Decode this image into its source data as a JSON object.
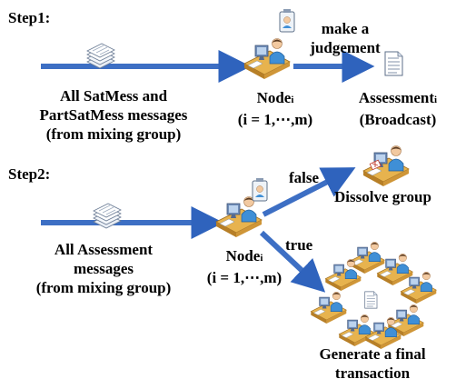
{
  "step1": {
    "label": "Step1:",
    "input_lines": [
      "All SatMess and",
      "PartSatMess messages",
      "(from mixing group)"
    ],
    "action_lines": [
      "make a",
      "judgement"
    ],
    "node_label": "Node",
    "node_sub": "i",
    "node_range": "(i = 1,⋯,m)",
    "output_label": "Assessment",
    "output_sub": "i",
    "output_note": "(Broadcast)"
  },
  "step2": {
    "label": "Step2:",
    "input_lines": [
      "All Assessment",
      "messages",
      "(from mixing group)"
    ],
    "node_label": "Node",
    "node_sub": "i",
    "node_range": "(i = 1,⋯,m)",
    "false_label": "false",
    "false_outcome": "Dissolve group",
    "true_label": "true",
    "true_outcome_lines": [
      "Generate a final",
      "transaction"
    ]
  },
  "colors": {
    "arrow": "#3d6fc4",
    "arrow_dark": "#2a56a8",
    "desk": "#e6b04a",
    "desk_dark": "#b47d24",
    "person_shirt": "#3f8fd6",
    "person_skin": "#f2c9a0",
    "monitor": "#6f8db8",
    "paper": "#f7f9fc",
    "paper_line": "#7f8fa8"
  },
  "icons": [
    "document-stack-icon",
    "person-at-desk-icon",
    "badge-icon",
    "document-icon"
  ]
}
